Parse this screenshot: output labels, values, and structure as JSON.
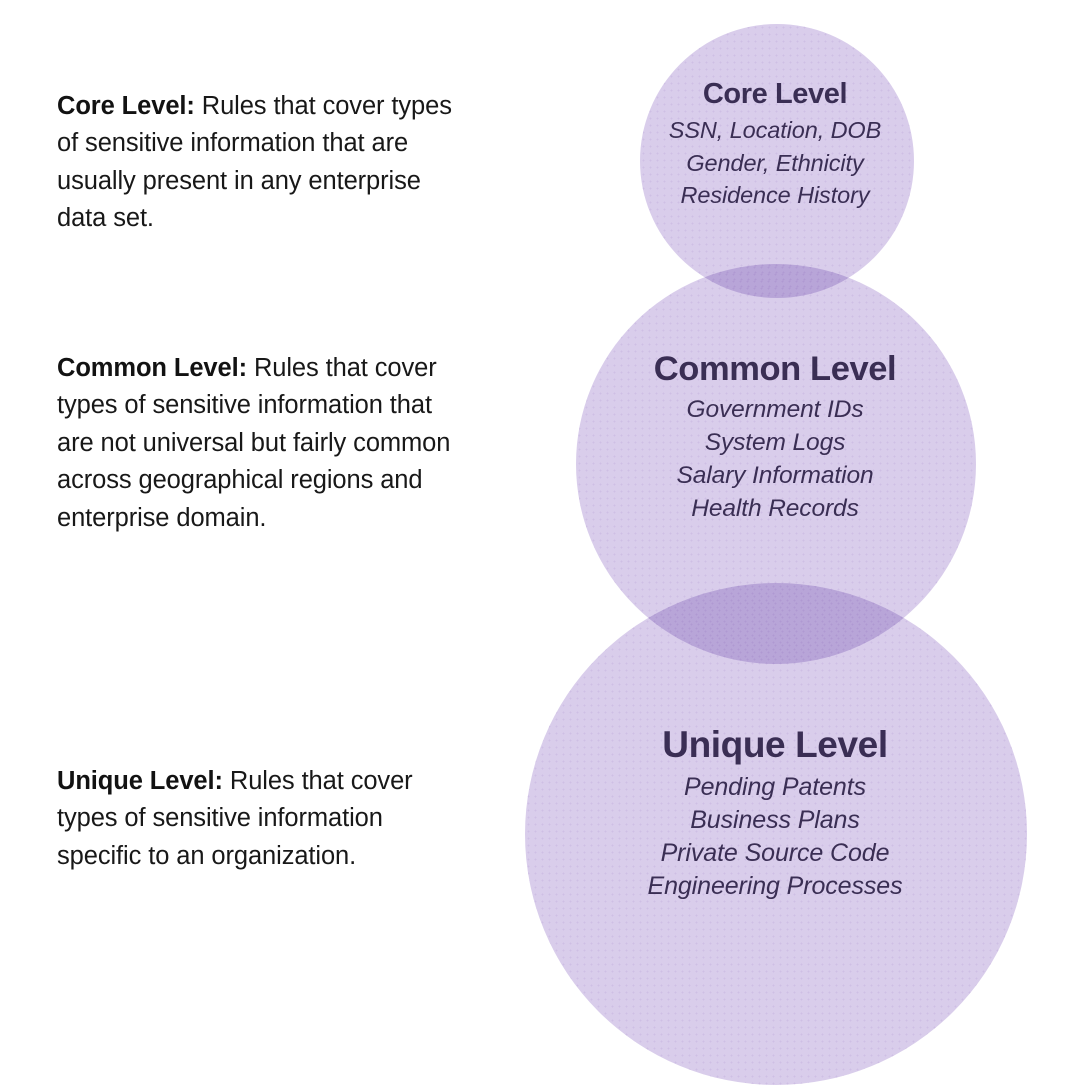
{
  "descriptions": [
    {
      "id": "core",
      "lead": "Core Level:",
      "body": " Rules that cover types of sensitive information that are usually present in any enterprise data set."
    },
    {
      "id": "common",
      "lead": "Common Level:",
      "body": " Rules that cover types of sensitive information that are not universal but fairly common across geographical regions and enterprise domain."
    },
    {
      "id": "unique",
      "lead": "Unique Level:",
      "body": " Rules that cover types of sensitive information specific to an organization."
    }
  ],
  "diagram": {
    "type": "venn-stack",
    "circle_fill": "#d9cdeb",
    "overlap_fill": "#b7a3d3",
    "text_color": "#3a2e54",
    "background": "#ffffff",
    "circles": [
      {
        "id": "core",
        "title": "Core Level",
        "items": [
          "SSN, Location, DOB",
          "Gender, Ethnicity",
          "Residence History"
        ]
      },
      {
        "id": "common",
        "title": "Common Level",
        "items": [
          "Government IDs",
          "System Logs",
          "Salary Information",
          "Health Records"
        ]
      },
      {
        "id": "unique",
        "title": "Unique Level",
        "items": [
          "Pending Patents",
          "Business Plans",
          "Private Source Code",
          "Engineering Processes"
        ]
      }
    ]
  }
}
